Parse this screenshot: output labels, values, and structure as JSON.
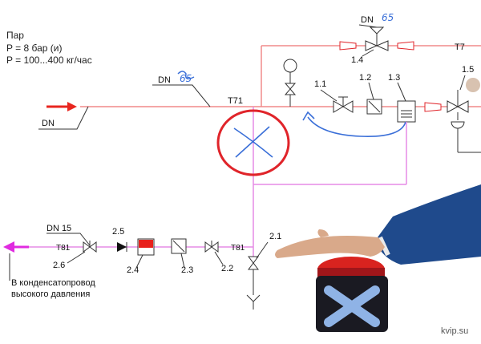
{
  "legend": {
    "title": "Пар",
    "pressure": "P = 8 бар (и)",
    "flow": "P = 100...400 кг/час"
  },
  "labels": {
    "dn_main": "DN",
    "dn_top": "DN",
    "dn_top_hand": "65",
    "dn_inlet_hand": "65",
    "dn_inlet": "DN",
    "dn_lower": "DN 15",
    "t71": "T71",
    "t7": "T7",
    "t81_left": "T81",
    "t81_right": "T81",
    "v1_1": "1.1",
    "v1_2": "1.2",
    "v1_3": "1.3",
    "v1_4": "1.4",
    "v1_5": "1.5",
    "v2_1": "2.1",
    "v2_2": "2.2",
    "v2_3": "2.3",
    "v2_4": "2.4",
    "v2_5": "2.5",
    "v2_6": "2.6",
    "condensate_line1": "В конденсатопровод",
    "condensate_line2": "высокого давления",
    "watermark": "kvip.su"
  },
  "colors": {
    "steam_pipe": "#f08a8a",
    "condensate_pipe": "#e58be6",
    "annotation_red": "#e0242a",
    "annotation_blue": "#3a6fd8",
    "arrow_inlet": "#e8261f",
    "arrow_outlet": "#e02be0",
    "sleeve": "#1f4a8c",
    "button_red": "#d9231f",
    "button_body": "#1a1a22",
    "button_x": "#8fb3e6"
  },
  "icons": {
    "cross_mark": "x-cross-icon",
    "stop_button": "stop-button-icon"
  }
}
